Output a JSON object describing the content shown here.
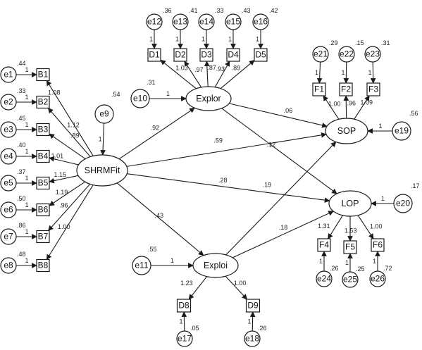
{
  "nodes": {
    "SHRMFit": "SHRMFit",
    "Explor": "Explor",
    "Exploi": "Exploi",
    "SOP": "SOP",
    "LOP": "LOP",
    "B1": "B1",
    "B2": "B2",
    "B3": "B3",
    "B4": "B4",
    "B5": "B5",
    "B6": "B6",
    "B7": "B7",
    "B8": "B8",
    "D1": "D1",
    "D2": "D2",
    "D3": "D3",
    "D4": "D4",
    "D5": "D5",
    "F1": "F1",
    "F2": "F2",
    "F3": "F3",
    "F4": "F4",
    "F5": "F5",
    "F6": "F6",
    "D8": "D8",
    "D9": "D9",
    "e1": "e1",
    "e2": "e2",
    "e3": "e3",
    "e4": "e4",
    "e5": "e5",
    "e6": "e6",
    "e7": "e7",
    "e8": "e8",
    "e9": "e9",
    "e10": "e10",
    "e11": "e11",
    "e12": "e12",
    "e13": "e13",
    "e14": "e14",
    "e15": "e15",
    "e16": "e16",
    "e17": "e17",
    "e18": "e18",
    "e19": "e19",
    "e20": "e20",
    "e21": "e21",
    "e22": "e22",
    "e23": "e23",
    "e24": "e24",
    "e25": "e25",
    "e26": "e26"
  },
  "edges": [
    {
      "from": "SHRMFit",
      "to": "Explor",
      "label": ".92"
    },
    {
      "from": "SHRMFit",
      "to": "Exploi",
      "label": ".43"
    },
    {
      "from": "SHRMFit",
      "to": "SOP",
      "label": ".59"
    },
    {
      "from": "SHRMFit",
      "to": "LOP",
      "label": ".28"
    },
    {
      "from": "Explor",
      "to": "SOP",
      "label": ".06"
    },
    {
      "from": "Explor",
      "to": "LOP",
      "label": ".12"
    },
    {
      "from": "Exploi",
      "to": "SOP",
      "label": ".19"
    },
    {
      "from": "Exploi",
      "to": "LOP",
      "label": ".18"
    },
    {
      "from": "SHRMFit",
      "to": "B1",
      "label": "1.08"
    },
    {
      "from": "SHRMFit",
      "to": "B2",
      "label": "1.12"
    },
    {
      "from": "SHRMFit",
      "to": "B3",
      "label": ".89"
    },
    {
      "from": "SHRMFit",
      "to": "B4",
      "label": "1.01"
    },
    {
      "from": "SHRMFit",
      "to": "B5",
      "label": "1.15"
    },
    {
      "from": "SHRMFit",
      "to": "B6",
      "label": "1.19"
    },
    {
      "from": "SHRMFit",
      "to": "B7",
      "label": ".96"
    },
    {
      "from": "SHRMFit",
      "to": "B8",
      "label": "1.00"
    },
    {
      "from": "Explor",
      "to": "D1",
      "label": "1.03"
    },
    {
      "from": "Explor",
      "to": "D2",
      "label": ".97"
    },
    {
      "from": "Explor",
      "to": "D3",
      "label": ".87"
    },
    {
      "from": "Explor",
      "to": "D4",
      "label": ".93"
    },
    {
      "from": "Explor",
      "to": "D5",
      "label": ".89"
    },
    {
      "from": "SOP",
      "to": "F1",
      "label": "1.00"
    },
    {
      "from": "SOP",
      "to": "F2",
      "label": ".96"
    },
    {
      "from": "SOP",
      "to": "F3",
      "label": "1.09"
    },
    {
      "from": "LOP",
      "to": "F4",
      "label": "1.31"
    },
    {
      "from": "LOP",
      "to": "F5",
      "label": "1.53"
    },
    {
      "from": "LOP",
      "to": "F6",
      "label": "1.00"
    },
    {
      "from": "Exploi",
      "to": "D8",
      "label": "1.23"
    },
    {
      "from": "Exploi",
      "to": "D9",
      "label": "1.00"
    },
    {
      "from": "e1",
      "to": "B1",
      "label": "1"
    },
    {
      "from": "e2",
      "to": "B2",
      "label": "1"
    },
    {
      "from": "e3",
      "to": "B3",
      "label": "1"
    },
    {
      "from": "e4",
      "to": "B4",
      "label": "1"
    },
    {
      "from": "e5",
      "to": "B5",
      "label": "1"
    },
    {
      "from": "e6",
      "to": "B6",
      "label": "1"
    },
    {
      "from": "e7",
      "to": "B7",
      "label": "1"
    },
    {
      "from": "e8",
      "to": "B8",
      "label": "1"
    },
    {
      "from": "e9",
      "to": "SHRMFit",
      "label": "1"
    },
    {
      "from": "e10",
      "to": "Explor",
      "label": "1"
    },
    {
      "from": "e11",
      "to": "Exploi",
      "label": "1"
    },
    {
      "from": "e12",
      "to": "D1",
      "label": "1"
    },
    {
      "from": "e13",
      "to": "D2",
      "label": "1"
    },
    {
      "from": "e14",
      "to": "D3",
      "label": "1"
    },
    {
      "from": "e15",
      "to": "D4",
      "label": "1"
    },
    {
      "from": "e16",
      "to": "D5",
      "label": "1"
    },
    {
      "from": "e21",
      "to": "F1",
      "label": "1"
    },
    {
      "from": "e22",
      "to": "F2",
      "label": "1"
    },
    {
      "from": "e23",
      "to": "F3",
      "label": "1"
    },
    {
      "from": "e19",
      "to": "SOP",
      "label": "1"
    },
    {
      "from": "e20",
      "to": "LOP",
      "label": "1"
    },
    {
      "from": "e24",
      "to": "F4",
      "label": "1"
    },
    {
      "from": "e25",
      "to": "F5",
      "label": "1"
    },
    {
      "from": "e26",
      "to": "F6",
      "label": "1"
    },
    {
      "from": "e17",
      "to": "D8",
      "label": "1"
    },
    {
      "from": "e18",
      "to": "D9",
      "label": "1"
    }
  ],
  "variances": {
    "e1": ".44",
    "e2": ".33",
    "e3": ".45",
    "e4": ".40",
    "e5": ".37",
    "e6": ".50",
    "e7": ".86",
    "e8": ".48",
    "e9": ".54",
    "e10": ".31",
    "e11": ".55",
    "e12": ".36",
    "e13": ".41",
    "e14": ".33",
    "e15": ".43",
    "e16": ".42",
    "e21": ".29",
    "e22": ".15",
    "e23": ".31",
    "e19": ".56",
    "e20": ".17",
    "e24": ".26",
    "e25": ".25",
    "e26": ".72",
    "e17": ".05",
    "e18": ".26"
  }
}
